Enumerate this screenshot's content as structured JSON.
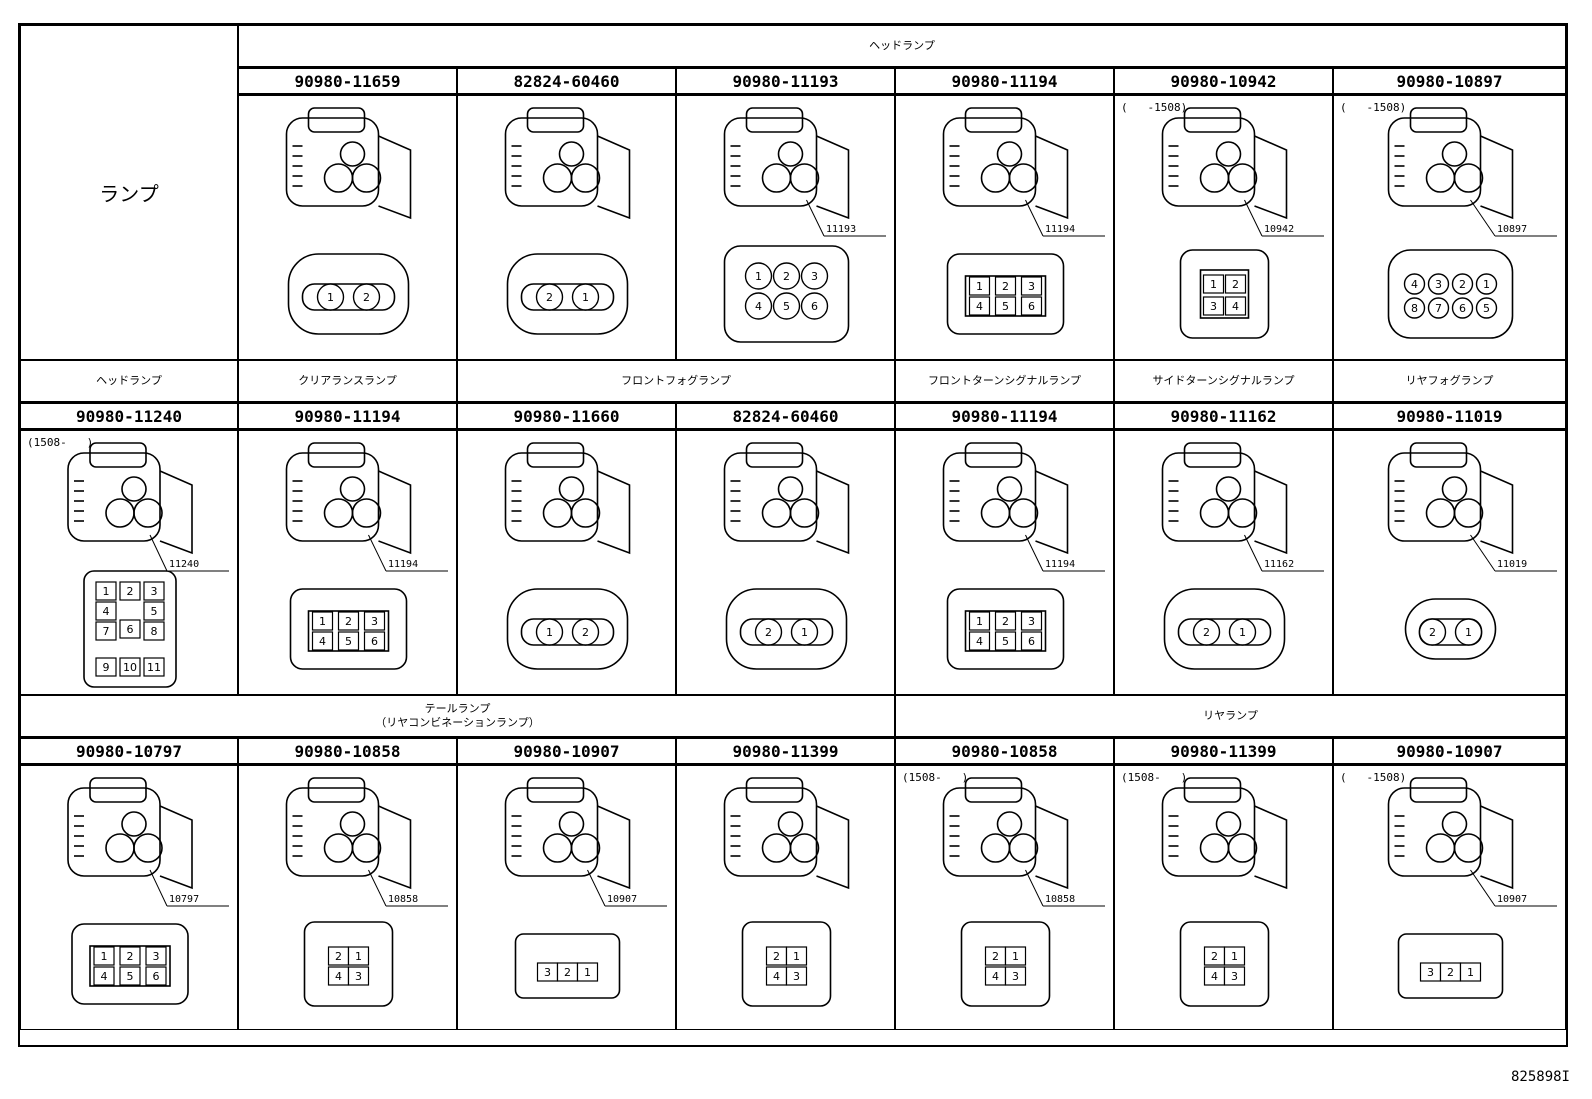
{
  "corner_label": "ランプ",
  "doc_id": "825898I",
  "rows": [
    {
      "groups": [
        {
          "label": "ヘッドランプ",
          "span": 6
        }
      ],
      "parts": [
        {
          "pn": "90980-11659",
          "note": "",
          "tag": "",
          "pins": [
            "1",
            "2"
          ],
          "shape": "oval2"
        },
        {
          "pn": "82824-60460",
          "note": "",
          "tag": "",
          "pins": [
            "2",
            "1"
          ],
          "shape": "round2"
        },
        {
          "pn": "90980-11193",
          "note": "",
          "tag": "11193",
          "pins": [
            "1",
            "2",
            "3",
            "4",
            "5",
            "6"
          ],
          "shape": "six"
        },
        {
          "pn": "90980-11194",
          "note": "",
          "tag": "11194",
          "pins": [
            "1",
            "2",
            "3",
            "4",
            "5",
            "6"
          ],
          "shape": "box6"
        },
        {
          "pn": "90980-10942",
          "note": "(   -1508)",
          "tag": "10942",
          "pins": [
            "1",
            "2",
            "3",
            "4"
          ],
          "shape": "box4"
        },
        {
          "pn": "90980-10897",
          "note": "(   -1508)",
          "tag": "10897",
          "pins": [
            "4",
            "3",
            "2",
            "1",
            "8",
            "7",
            "6",
            "5"
          ],
          "shape": "eight"
        }
      ]
    },
    {
      "groups": [
        {
          "label": "ヘッドランプ",
          "span": 1
        },
        {
          "label": "クリアランスランプ",
          "span": 1
        },
        {
          "label": "フロントフォグランプ",
          "span": 2
        },
        {
          "label": "フロントターンシグナルランプ",
          "span": 1
        },
        {
          "label": "サイドターンシグナルランプ",
          "span": 1
        },
        {
          "label": "リヤフォグランプ",
          "span": 1
        }
      ],
      "parts": [
        {
          "pn": "90980-11240",
          "note": "(1508-   )",
          "tag": "11240",
          "pins": [
            "1",
            "2",
            "3",
            "4",
            "5",
            "6",
            "7",
            "8",
            "9",
            "10",
            "11"
          ],
          "shape": "eleven"
        },
        {
          "pn": "90980-11194",
          "note": "",
          "tag": "11194",
          "pins": [
            "1",
            "2",
            "3",
            "4",
            "5",
            "6"
          ],
          "shape": "box6"
        },
        {
          "pn": "90980-11660",
          "note": "",
          "tag": "",
          "pins": [
            "1",
            "2"
          ],
          "shape": "oval2"
        },
        {
          "pn": "82824-60460",
          "note": "",
          "tag": "",
          "pins": [
            "2",
            "1"
          ],
          "shape": "round2"
        },
        {
          "pn": "90980-11194",
          "note": "",
          "tag": "11194",
          "pins": [
            "1",
            "2",
            "3",
            "4",
            "5",
            "6"
          ],
          "shape": "box6"
        },
        {
          "pn": "90980-11162",
          "note": "",
          "tag": "11162",
          "pins": [
            "2",
            "1"
          ],
          "shape": "bell2"
        },
        {
          "pn": "90980-11019",
          "note": "",
          "tag": "11019",
          "pins": [
            "2",
            "1"
          ],
          "shape": "small2"
        }
      ]
    },
    {
      "groups": [
        {
          "label": "テールランプ\n（リヤコンビネーションランプ）",
          "span": 4
        },
        {
          "label": "リヤランプ",
          "span": 3
        }
      ],
      "parts": [
        {
          "pn": "90980-10797",
          "note": "",
          "tag": "10797",
          "pins": [
            "1",
            "2",
            "3",
            "4",
            "5",
            "6"
          ],
          "shape": "box6b"
        },
        {
          "pn": "90980-10858",
          "note": "",
          "tag": "10858",
          "pins": [
            "2",
            "1",
            "4",
            "3"
          ],
          "shape": "clip4"
        },
        {
          "pn": "90980-10907",
          "note": "",
          "tag": "10907",
          "pins": [
            "3",
            "2",
            "1"
          ],
          "shape": "flat3"
        },
        {
          "pn": "90980-11399",
          "note": "",
          "tag": "",
          "pins": [
            "2",
            "1",
            "4",
            "3"
          ],
          "shape": "tab4"
        },
        {
          "pn": "90980-10858",
          "note": "(1508-   )",
          "tag": "10858",
          "pins": [
            "2",
            "1",
            "4",
            "3"
          ],
          "shape": "clip4"
        },
        {
          "pn": "90980-11399",
          "note": "(1508-   )",
          "tag": "",
          "pins": [
            "2",
            "1",
            "4",
            "3"
          ],
          "shape": "tab4"
        },
        {
          "pn": "90980-10907",
          "note": "(   -1508)",
          "tag": "10907",
          "pins": [
            "3",
            "2",
            "1"
          ],
          "shape": "flat3"
        }
      ]
    }
  ]
}
